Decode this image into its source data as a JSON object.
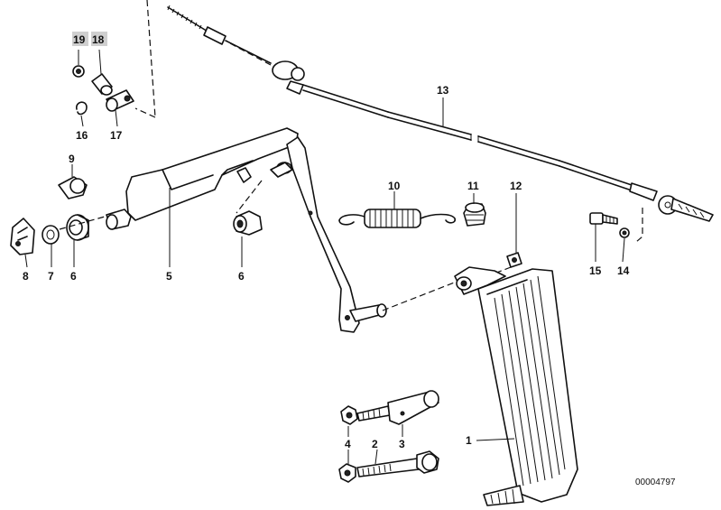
{
  "diagram": {
    "labels": [
      {
        "key": "l19",
        "text": "19"
      },
      {
        "key": "l18",
        "text": "18"
      },
      {
        "key": "l16",
        "text": "16"
      },
      {
        "key": "l17",
        "text": "17"
      },
      {
        "key": "l9",
        "text": "9"
      },
      {
        "key": "l8",
        "text": "8"
      },
      {
        "key": "l7",
        "text": "7"
      },
      {
        "key": "l6a",
        "text": "6"
      },
      {
        "key": "l5",
        "text": "5"
      },
      {
        "key": "l6b",
        "text": "6"
      },
      {
        "key": "l10",
        "text": "10"
      },
      {
        "key": "l11",
        "text": "11"
      },
      {
        "key": "l12",
        "text": "12"
      },
      {
        "key": "l13",
        "text": "13"
      },
      {
        "key": "l15",
        "text": "15"
      },
      {
        "key": "l14",
        "text": "14"
      },
      {
        "key": "l4",
        "text": "4"
      },
      {
        "key": "l2",
        "text": "2"
      },
      {
        "key": "l3",
        "text": "3"
      },
      {
        "key": "l1",
        "text": "1"
      }
    ],
    "drawing_number": "00004797"
  }
}
